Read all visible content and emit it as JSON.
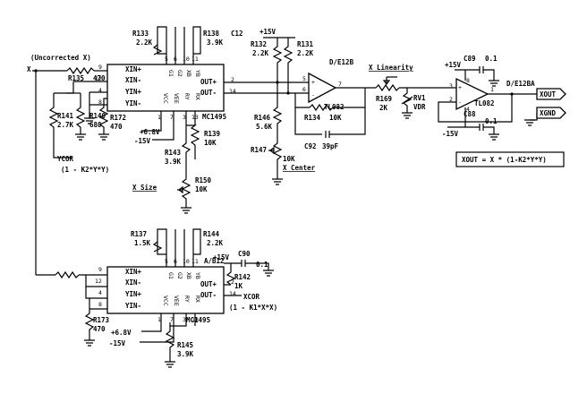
{
  "labels": {
    "uncorrected_x": "(Uncorrected X)",
    "x_in": "X",
    "x_linearity": "X Linearity",
    "x_center": "X Center",
    "x_size": "X Size",
    "ycor": "YCOR",
    "ycor_eq": "(1 - K2*Y*Y)",
    "xcor": "XCOR",
    "xcor_eq": "(1 - K1*X*X)",
    "formula": "XOUT = X * (1-K2*Y*Y)",
    "xout": "XOUT",
    "xgnd": "XGND"
  },
  "ics": {
    "u1": {
      "ref": "C12",
      "part": "MC1495"
    },
    "u2": {
      "ref": "A/B12",
      "part": "MC1495"
    },
    "op1": {
      "ref": "D/E12B",
      "part": "TL082"
    },
    "op2": {
      "ref": "D/E12BA",
      "part": "TL082"
    }
  },
  "mult_pins": {
    "in_labels": [
      "XIN+",
      "XIN-",
      "YIN+",
      "YIN-"
    ],
    "out_labels": [
      "OUT+",
      "OUT-"
    ],
    "top_labels": [
      "G1",
      "G2",
      "XB",
      "YB"
    ],
    "bottom_labels": [
      "VCC",
      "VEE",
      "RY",
      "RX"
    ],
    "u1_in_nums": [
      "9",
      "12",
      "4",
      "8"
    ],
    "u1_out_nums": [
      "2",
      "14"
    ],
    "u1_top_nums": [
      "5",
      "6",
      "10",
      "11"
    ],
    "u1_bot_nums": [
      "1",
      "7",
      "3",
      "13"
    ],
    "u2_in_nums": [
      "9",
      "12",
      "4",
      "8"
    ],
    "u2_out_nums": [
      "2",
      "14"
    ],
    "u2_top_nums": [
      "5",
      "6",
      "10",
      "11"
    ],
    "u2_bot_nums": [
      "1",
      "7",
      "3",
      "13"
    ]
  },
  "opamp_pins": {
    "op1": [
      "5",
      "6",
      "7"
    ],
    "op2": [
      "3",
      "2",
      "1",
      "8",
      "4"
    ]
  },
  "components": {
    "r133": {
      "ref": "R133",
      "val": "2.2K"
    },
    "r138": {
      "ref": "R138",
      "val": "3.9K"
    },
    "r135": {
      "ref": "R135",
      "val": "470"
    },
    "r141": {
      "ref": "R141",
      "val": "2.7K"
    },
    "r140": {
      "ref": "R140",
      "val": "680"
    },
    "r172": {
      "ref": "R172",
      "val": "470"
    },
    "r139": {
      "ref": "R139",
      "val": "10K"
    },
    "r143": {
      "ref": "R143",
      "val": "3.9K"
    },
    "r150": {
      "ref": "R150",
      "val": "10K"
    },
    "r132": {
      "ref": "R132",
      "val": "2.2K"
    },
    "r131": {
      "ref": "R131",
      "val": "2.2K"
    },
    "r146": {
      "ref": "R146",
      "val": "5.6K"
    },
    "r147": {
      "ref": "R147",
      "val": "10K"
    },
    "r134": {
      "ref": "R134",
      "val": "10K"
    },
    "c92": {
      "ref": "C92",
      "val": "39pF"
    },
    "r169": {
      "ref": "R169",
      "val": "2K"
    },
    "rv1": {
      "ref": "RV1",
      "val": "VDR"
    },
    "c89": {
      "ref": "C89",
      "val": "0.1"
    },
    "c88": {
      "ref": "C88",
      "val": "0.1"
    },
    "r137": {
      "ref": "R137",
      "val": "1.5K"
    },
    "r144": {
      "ref": "R144",
      "val": "2.2K"
    },
    "c90": {
      "ref": "C90",
      "val": "0.1"
    },
    "r142": {
      "ref": "R142",
      "val": "1K"
    },
    "r173": {
      "ref": "R173",
      "val": "470"
    },
    "r145": {
      "ref": "R145",
      "val": "3.9K"
    }
  },
  "rails": {
    "p15": "+15V",
    "m15": "-15V",
    "p68": "+6.8V"
  }
}
